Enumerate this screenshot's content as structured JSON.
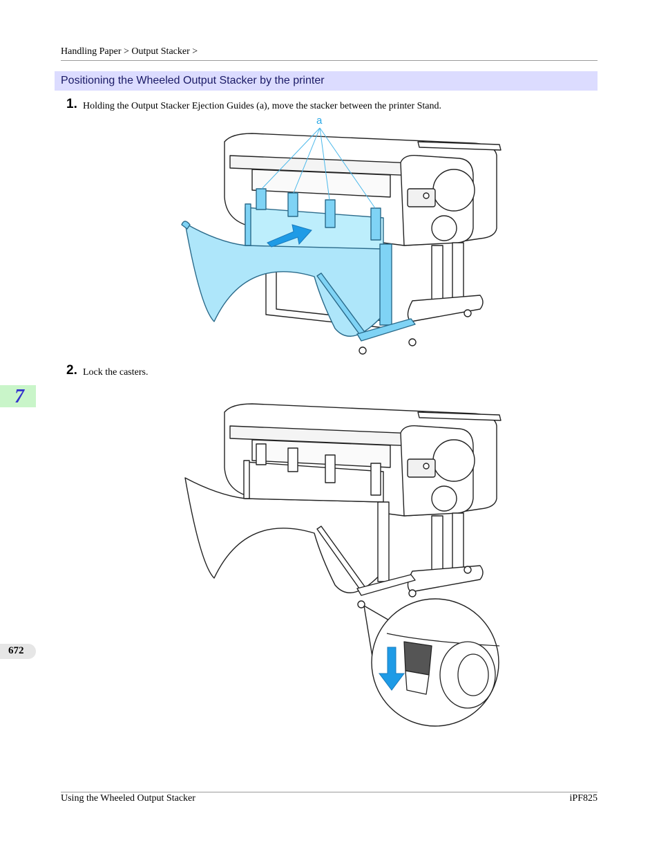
{
  "header": {
    "breadcrumb": "Handling Paper > Output Stacker >"
  },
  "section": {
    "title": "Positioning the Wheeled Output Stacker by the printer"
  },
  "steps": [
    {
      "number": "1.",
      "text": "Holding the Output Stacker Ejection Guides (a), move the stacker between the printer Stand."
    },
    {
      "number": "2.",
      "text": "Lock the casters."
    }
  ],
  "illustration1": {
    "callout": "a"
  },
  "side": {
    "chapter": "7",
    "page": "672"
  },
  "footer": {
    "left": "Using the Wheeled Output Stacker",
    "right": "iPF825"
  },
  "colors": {
    "accent_blue": "#7fd3f5",
    "section_bg": "#dcdcff",
    "chapter_tab": "#c9f5c9",
    "arrow": "#1e9be6"
  }
}
